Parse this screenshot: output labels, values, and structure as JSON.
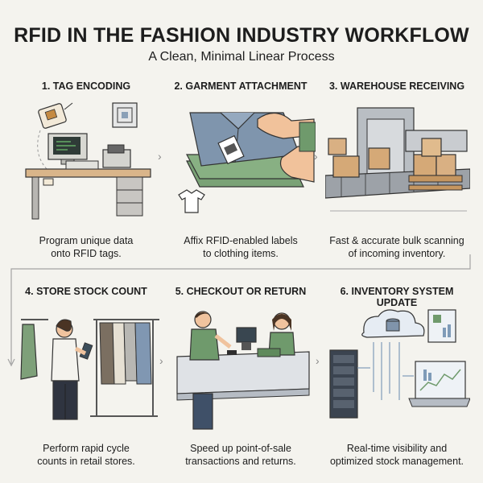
{
  "header": {
    "title": "RFID IN THE FASHION INDUSTRY WORKFLOW",
    "subtitle": "A Clean, Minimal Linear Process"
  },
  "steps": [
    {
      "title": "1. TAG ENCODING",
      "description_lines": [
        "Program unique data",
        "onto RFID tags."
      ]
    },
    {
      "title": "2. GARMENT ATTACHMENT",
      "description_lines": [
        "Affix RFID-enabled labels",
        "to clothing items."
      ]
    },
    {
      "title": "3. WAREHOUSE RECEIVING",
      "description_lines": [
        "Fast & accurate bulk scanning",
        "of incoming inventory."
      ]
    },
    {
      "title": "4. STORE STOCK COUNT",
      "description_lines": [
        "Perform rapid cycle",
        "counts in retail stores."
      ]
    },
    {
      "title": "5. CHECKOUT OR RETURN",
      "description_lines": [
        "Speed up point-of-sale",
        "transactions and returns."
      ]
    },
    {
      "title": "6. INVENTORY SYSTEM UPDATE",
      "description_lines": [
        "Real-time visibility and",
        "optimized stock management."
      ]
    }
  ],
  "icons": {
    "step1": "computer-rfid-encoder-icon",
    "step2": "folded-shirts-tag-icon",
    "step3": "conveyor-scanner-boxes-icon",
    "step4": "woman-scanning-clothing-rack-icon",
    "step5": "checkout-counter-people-icon",
    "step6": "server-cloud-dashboard-icon"
  },
  "colors": {
    "background": "#f4f3ee",
    "accent_green": "#6f9a6c",
    "accent_blue": "#7f9bb8",
    "box_tan": "#d5a977",
    "connector": "#9a9a9a"
  }
}
